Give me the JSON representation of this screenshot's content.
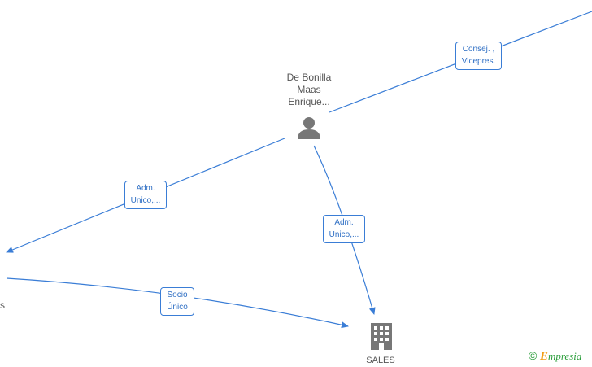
{
  "nodes": {
    "person": {
      "name_lines": [
        "De Bonilla",
        "Maas",
        "Enrique..."
      ],
      "icon": "person-icon",
      "color": "#777777"
    },
    "company": {
      "name": "SALES",
      "icon": "building-icon",
      "color": "#777777"
    },
    "left_partial": {
      "text": "s"
    }
  },
  "edges": [
    {
      "id": "consej",
      "lines": [
        "Consej. ,",
        "Vicepres."
      ]
    },
    {
      "id": "adm-left",
      "lines": [
        "Adm.",
        "Unico,..."
      ]
    },
    {
      "id": "adm-down",
      "lines": [
        "Adm.",
        "Unico,..."
      ]
    },
    {
      "id": "socio",
      "lines": [
        "Socio",
        "Único"
      ]
    }
  ],
  "colors": {
    "edge": "#3a7dd6",
    "label_text": "#2f6fc4"
  },
  "watermark": {
    "copyright": "©",
    "first": "E",
    "rest": "mpresia"
  }
}
